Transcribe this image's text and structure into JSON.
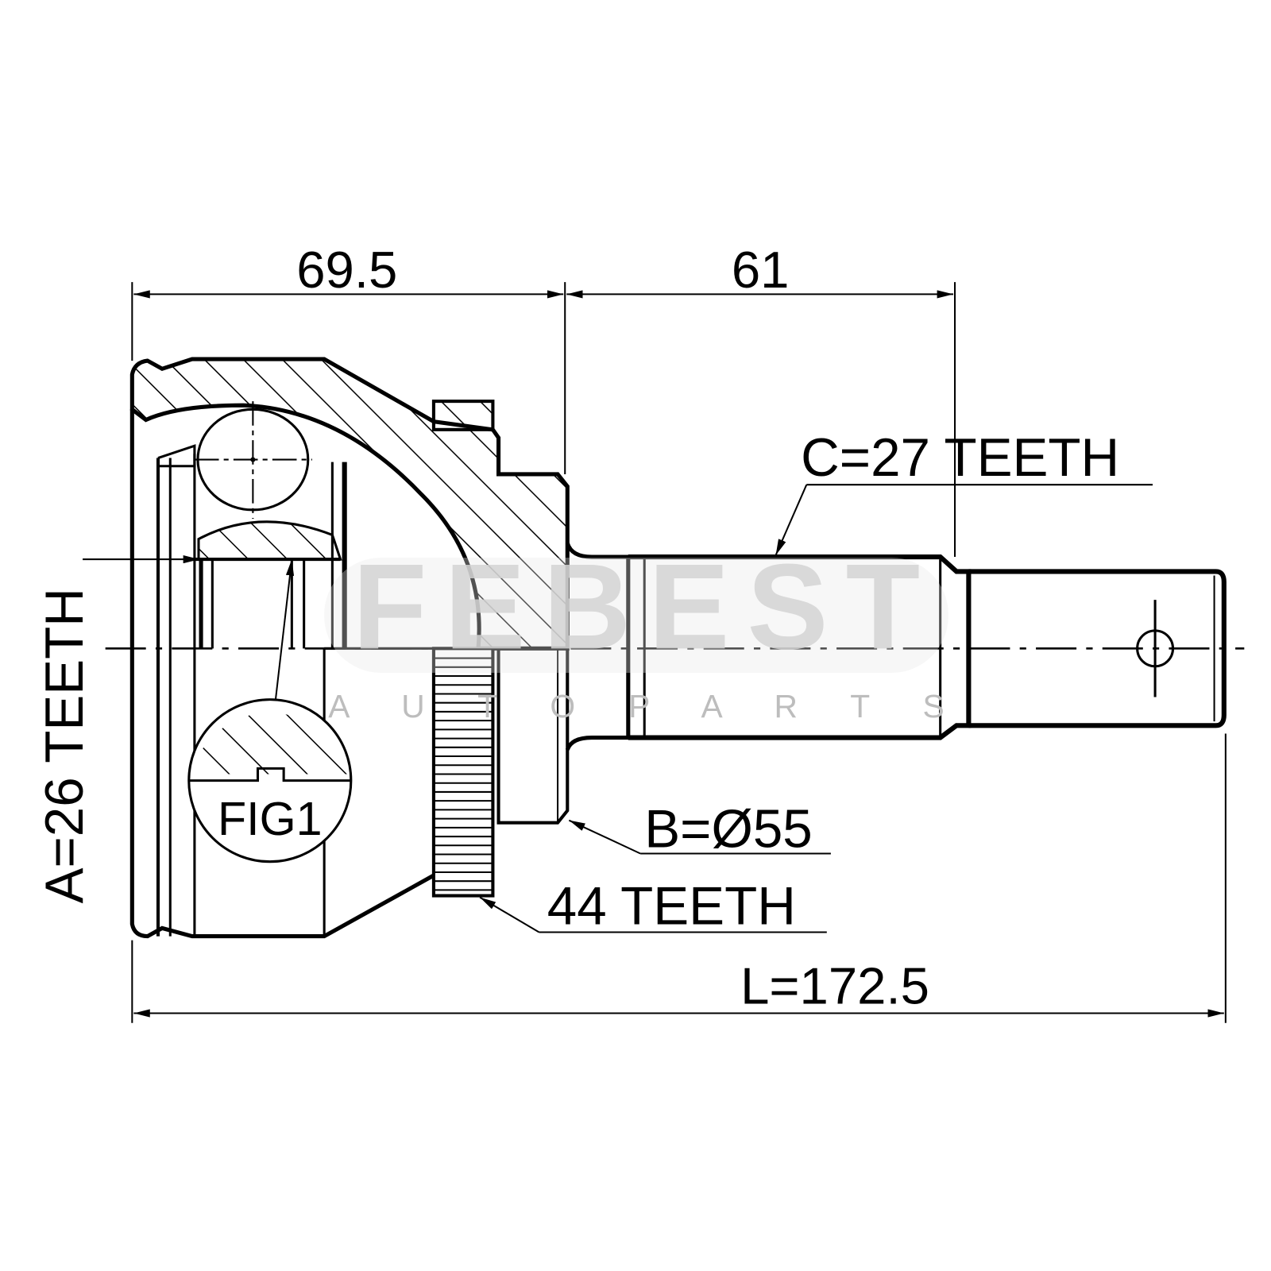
{
  "drawing": {
    "title": "CV joint outer dimensional drawing",
    "dimensions": {
      "housing_length": "69.5",
      "stub_length": "61",
      "total_length": "L=172.5"
    },
    "callouts": {
      "spline_c": "C=27 TEETH",
      "spline_a": "A=26 TEETH",
      "seal_diameter": "B=Ø55",
      "abs_ring": "44 TEETH",
      "detail_figure": "FIG1"
    },
    "watermark": {
      "brand": "FEBEST",
      "subtitle": "A U T O P A R T S"
    },
    "colors": {
      "line": "#000000",
      "watermark": "#e4e4e4"
    }
  }
}
